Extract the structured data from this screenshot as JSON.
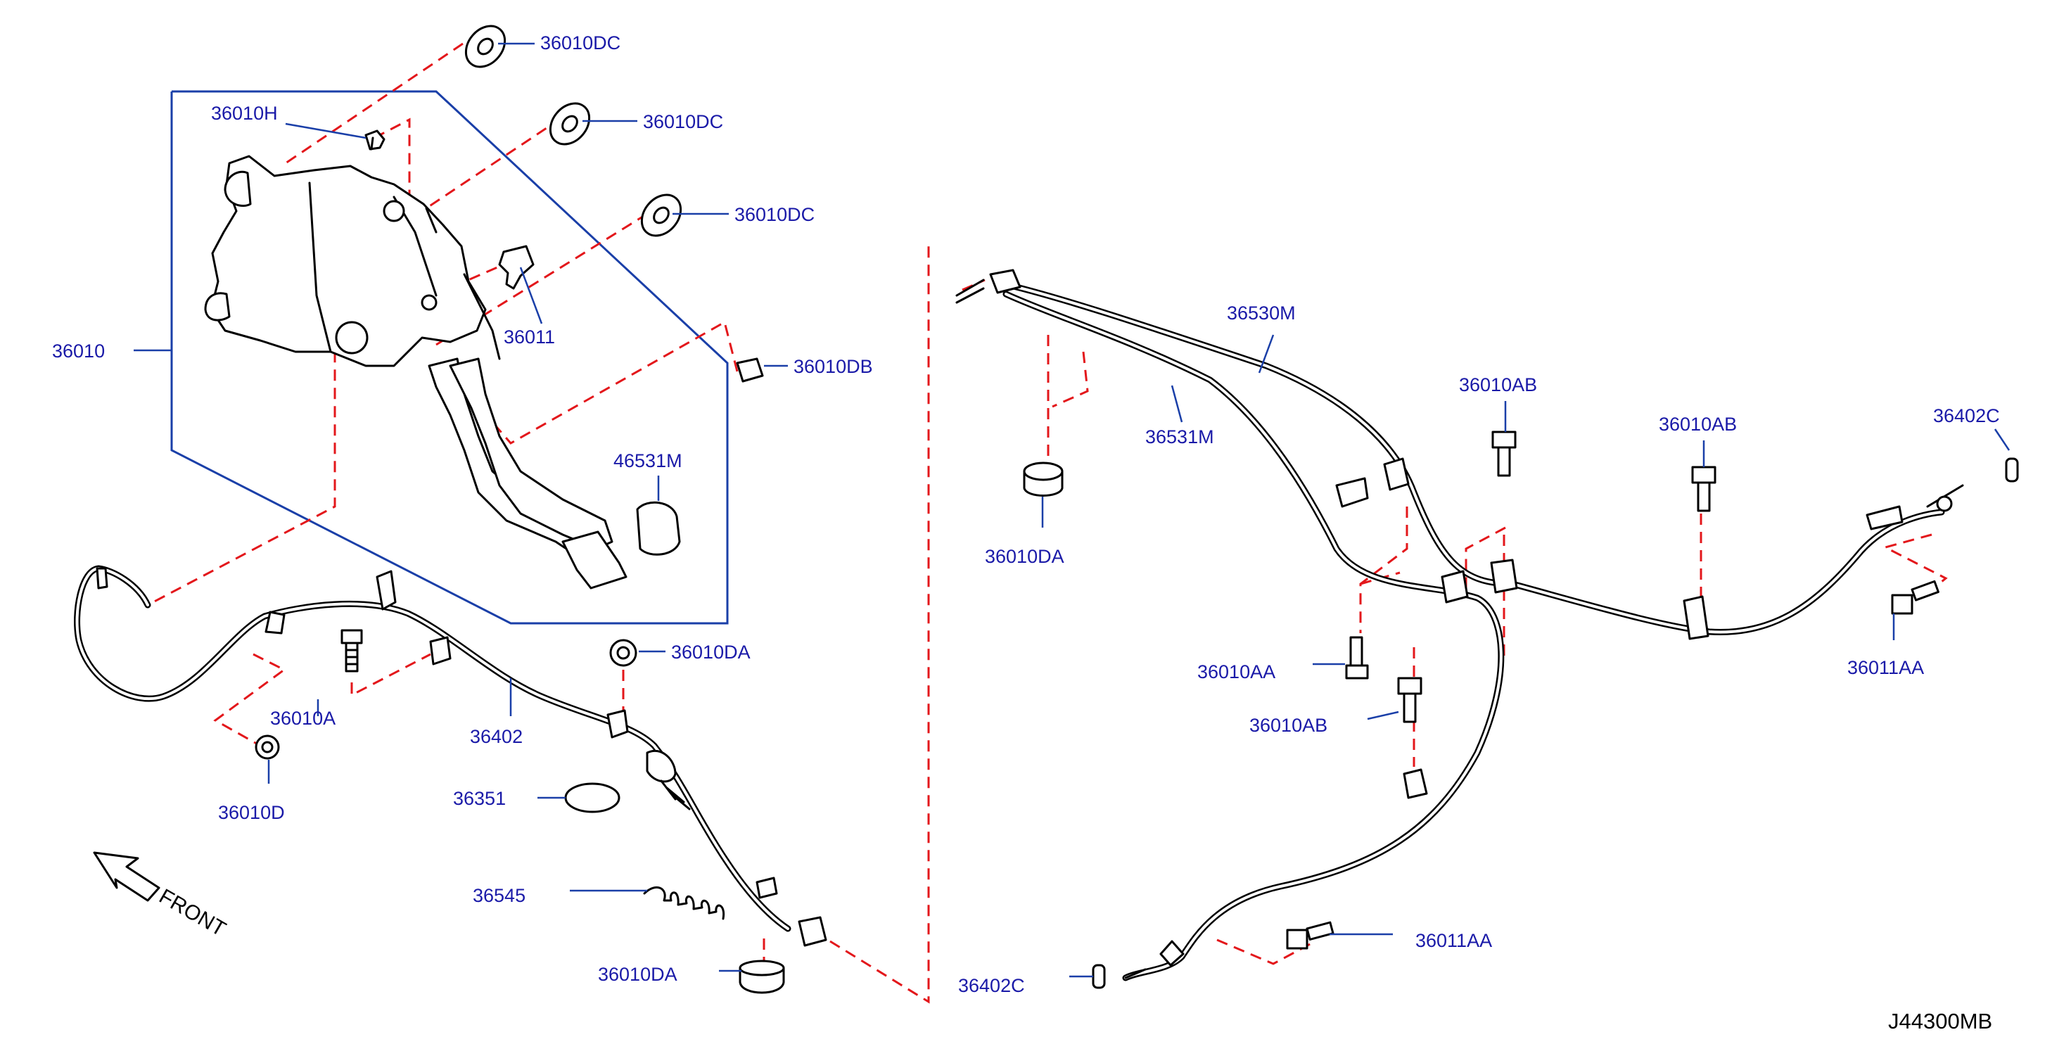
{
  "diagram": {
    "code": "J44300MB",
    "front_label": "FRONT",
    "colors": {
      "leader": "#1a3fa8",
      "label": "#1a1aa8",
      "dashed": "#e3171b",
      "part": "#000000"
    }
  },
  "labels": {
    "l1": "36010DC",
    "l2": "36010H",
    "l3": "36010DC",
    "l4": "36010DC",
    "l5": "36011",
    "l6": "36010",
    "l7": "36010DB",
    "l8": "46531M",
    "l9": "36010DA",
    "l10": "36010A",
    "l11": "36402",
    "l12": "36010D",
    "l13": "36351",
    "l14": "36545",
    "l15": "36010DA",
    "l16": "36530M",
    "l17": "36531M",
    "l18": "36010DA",
    "l19": "36010AB",
    "l20": "36010AB",
    "l21": "36402C",
    "l22": "36010AA",
    "l23": "36010AB",
    "l24": "36011AA",
    "l25": "36011AA",
    "l26": "36402C"
  }
}
